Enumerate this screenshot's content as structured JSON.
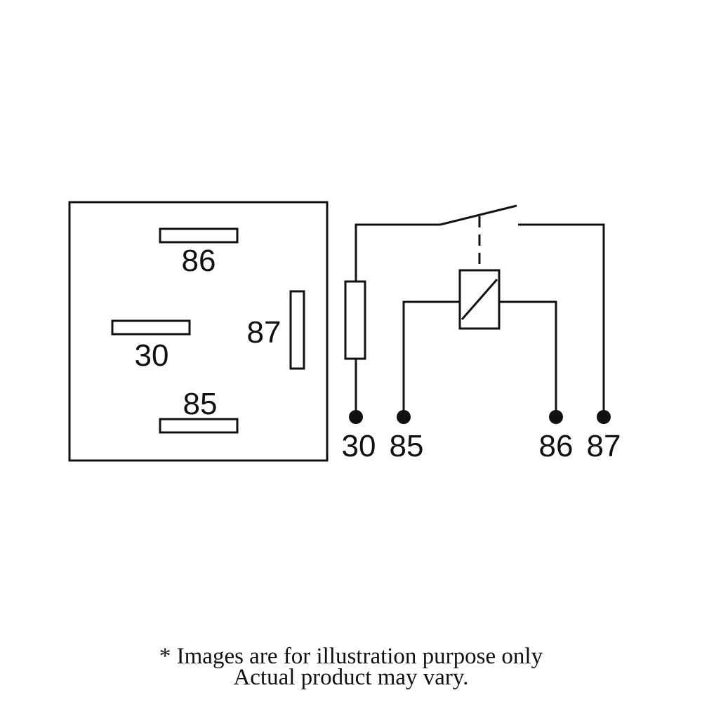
{
  "colors": {
    "line": "#111111",
    "background": "#ffffff"
  },
  "footprint": {
    "pin_86": "86",
    "pin_30": "30",
    "pin_87": "87",
    "pin_85": "85"
  },
  "schematic": {
    "terminal_30": "30",
    "terminal_85": "85",
    "terminal_86": "86",
    "terminal_87": "87"
  },
  "disclaimer": {
    "line1": "* Images are for illustration purpose only",
    "line2": "Actual product may vary."
  }
}
